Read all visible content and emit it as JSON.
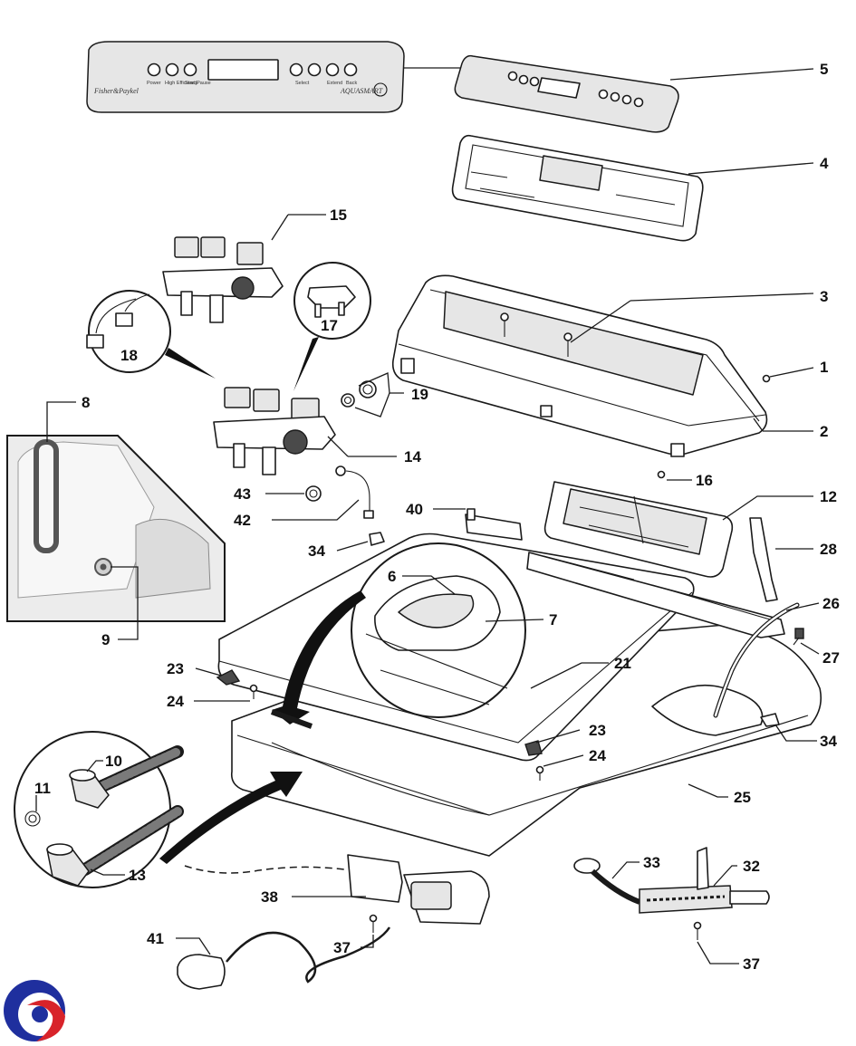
{
  "console_panel": {
    "brand": "Fisher&Paykel",
    "model": "AQUASMART",
    "button_labels": [
      "Power",
      "High Efficiency",
      "Start/Pause",
      "Select",
      "Extend",
      "Back"
    ]
  },
  "callouts": {
    "c1": "1",
    "c2": "2",
    "c3": "3",
    "c4": "4",
    "c5": "5",
    "c6": "6",
    "c7": "7",
    "c8": "8",
    "c9": "9",
    "c10": "10",
    "c11": "11",
    "c12": "12",
    "c13": "13",
    "c14": "14",
    "c15": "15",
    "c16": "16",
    "c17": "17",
    "c18": "18",
    "c19": "19",
    "c21": "21",
    "c23a": "23",
    "c23b": "23",
    "c24a": "24",
    "c24b": "24",
    "c25": "25",
    "c26": "26",
    "c27": "27",
    "c28": "28",
    "c32": "32",
    "c33": "33",
    "c34a": "34",
    "c34b": "34",
    "c37a": "37",
    "c37b": "37",
    "c38": "38",
    "c40": "40",
    "c41": "41",
    "c42": "42",
    "c43": "43"
  },
  "logo": {
    "icon": "ring-logo-icon",
    "colors": {
      "blue": "#1f2f9e",
      "red": "#d8232a"
    }
  }
}
